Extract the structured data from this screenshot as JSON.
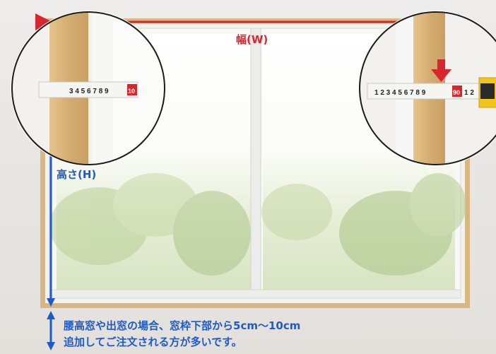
{
  "measure": {
    "width_label": "幅(W)",
    "height_label": "高さ(H)"
  },
  "note": {
    "line1": "腰高窓や出窓の場合、窓枠下部から5cm〜10cm",
    "line2": "追加してご注文される方が多いです。"
  },
  "tape": {
    "left_digits": "3 4 5 6 7 8 9",
    "left_highlight": "10",
    "right_digits_a": "1 2 3 4 5 6 7 8 9",
    "right_highlight": "90",
    "right_digits_b": "1 2"
  },
  "colors": {
    "width_arrow": "#d8262e",
    "height_arrow": "#1e5bc6",
    "frame_wood": "#d9b783",
    "tape_yellow": "#f2c51a"
  }
}
